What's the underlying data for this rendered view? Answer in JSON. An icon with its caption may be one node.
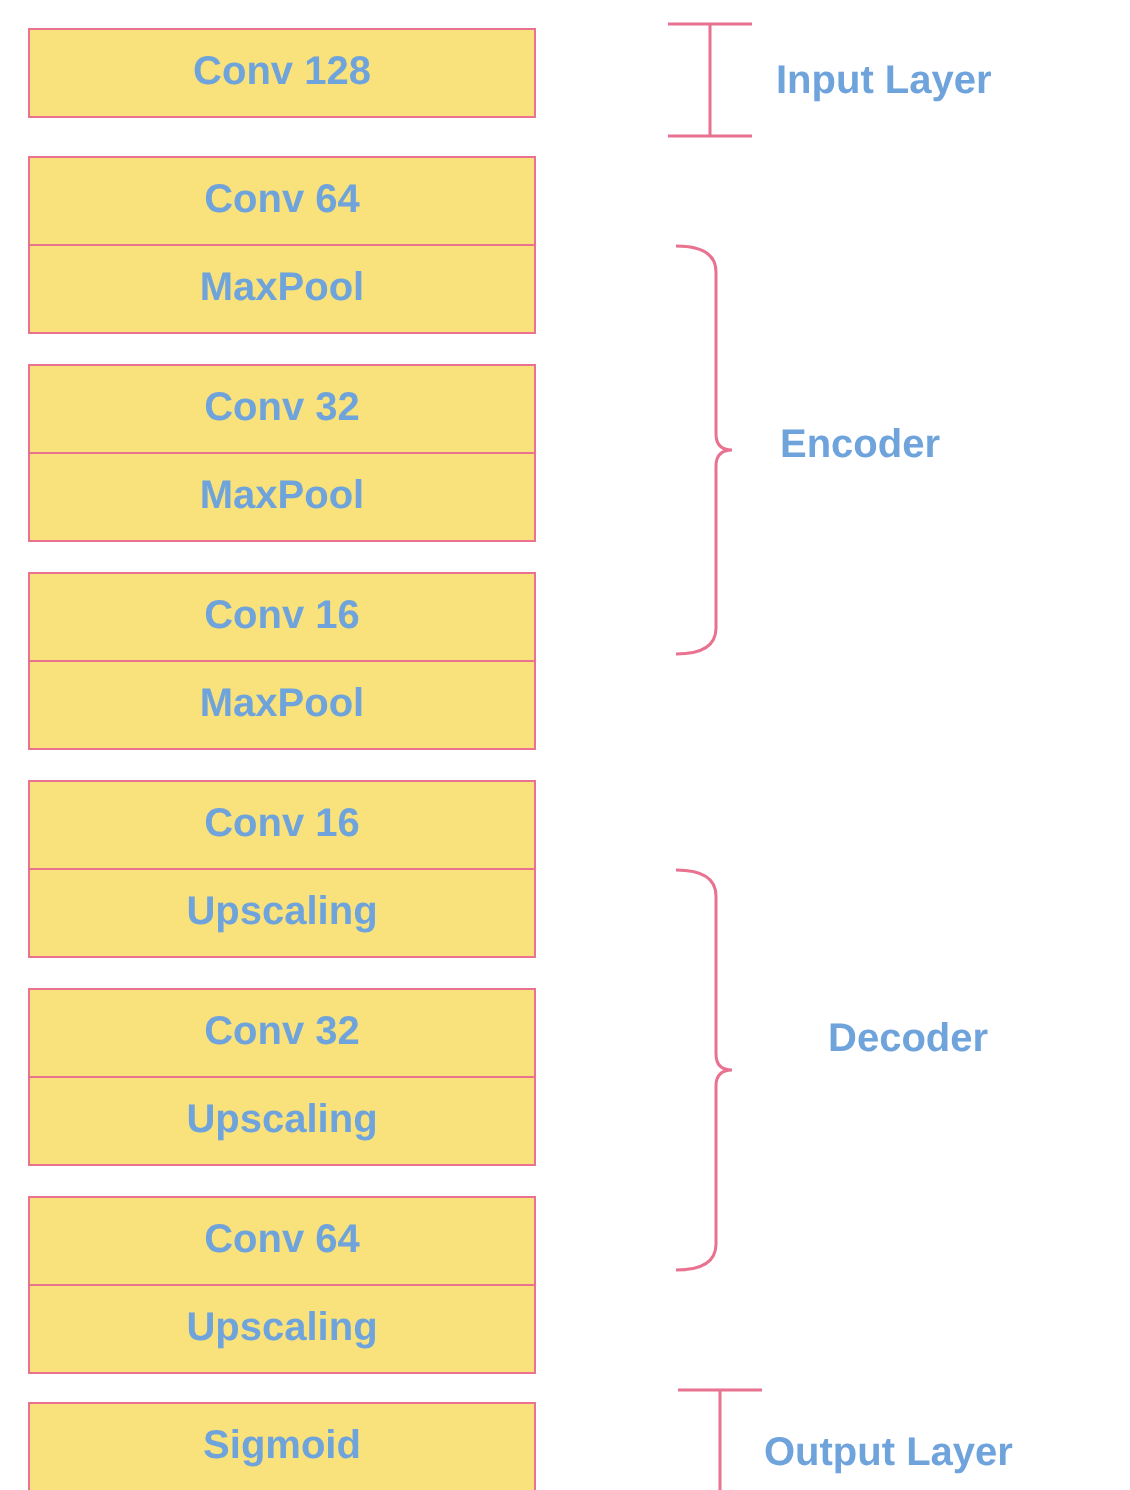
{
  "diagram": {
    "nodes": [
      {
        "text": [
          "Conv 128"
        ]
      },
      {
        "text": [
          "Conv 64"
        ]
      },
      {
        "text": [
          "MaxPool"
        ]
      },
      {
        "text": [
          "Conv 32"
        ]
      },
      {
        "text": [
          "MaxPool"
        ]
      },
      {
        "text": [
          "Conv 16"
        ]
      },
      {
        "text": [
          "MaxPool"
        ]
      },
      {
        "text": [
          "Conv 16"
        ]
      },
      {
        "text": [
          "Upscaling"
        ]
      },
      {
        "text": [
          "Conv 32"
        ]
      },
      {
        "text": [
          "Upscaling"
        ]
      },
      {
        "text": [
          "Conv 64"
        ]
      },
      {
        "text": [
          "Upscaling"
        ]
      },
      {
        "text": [
          "Sigmoid"
        ]
      }
    ],
    "labels": [
      "Input Layer",
      "Encoder",
      "Decoder",
      "Output Layer"
    ]
  }
}
